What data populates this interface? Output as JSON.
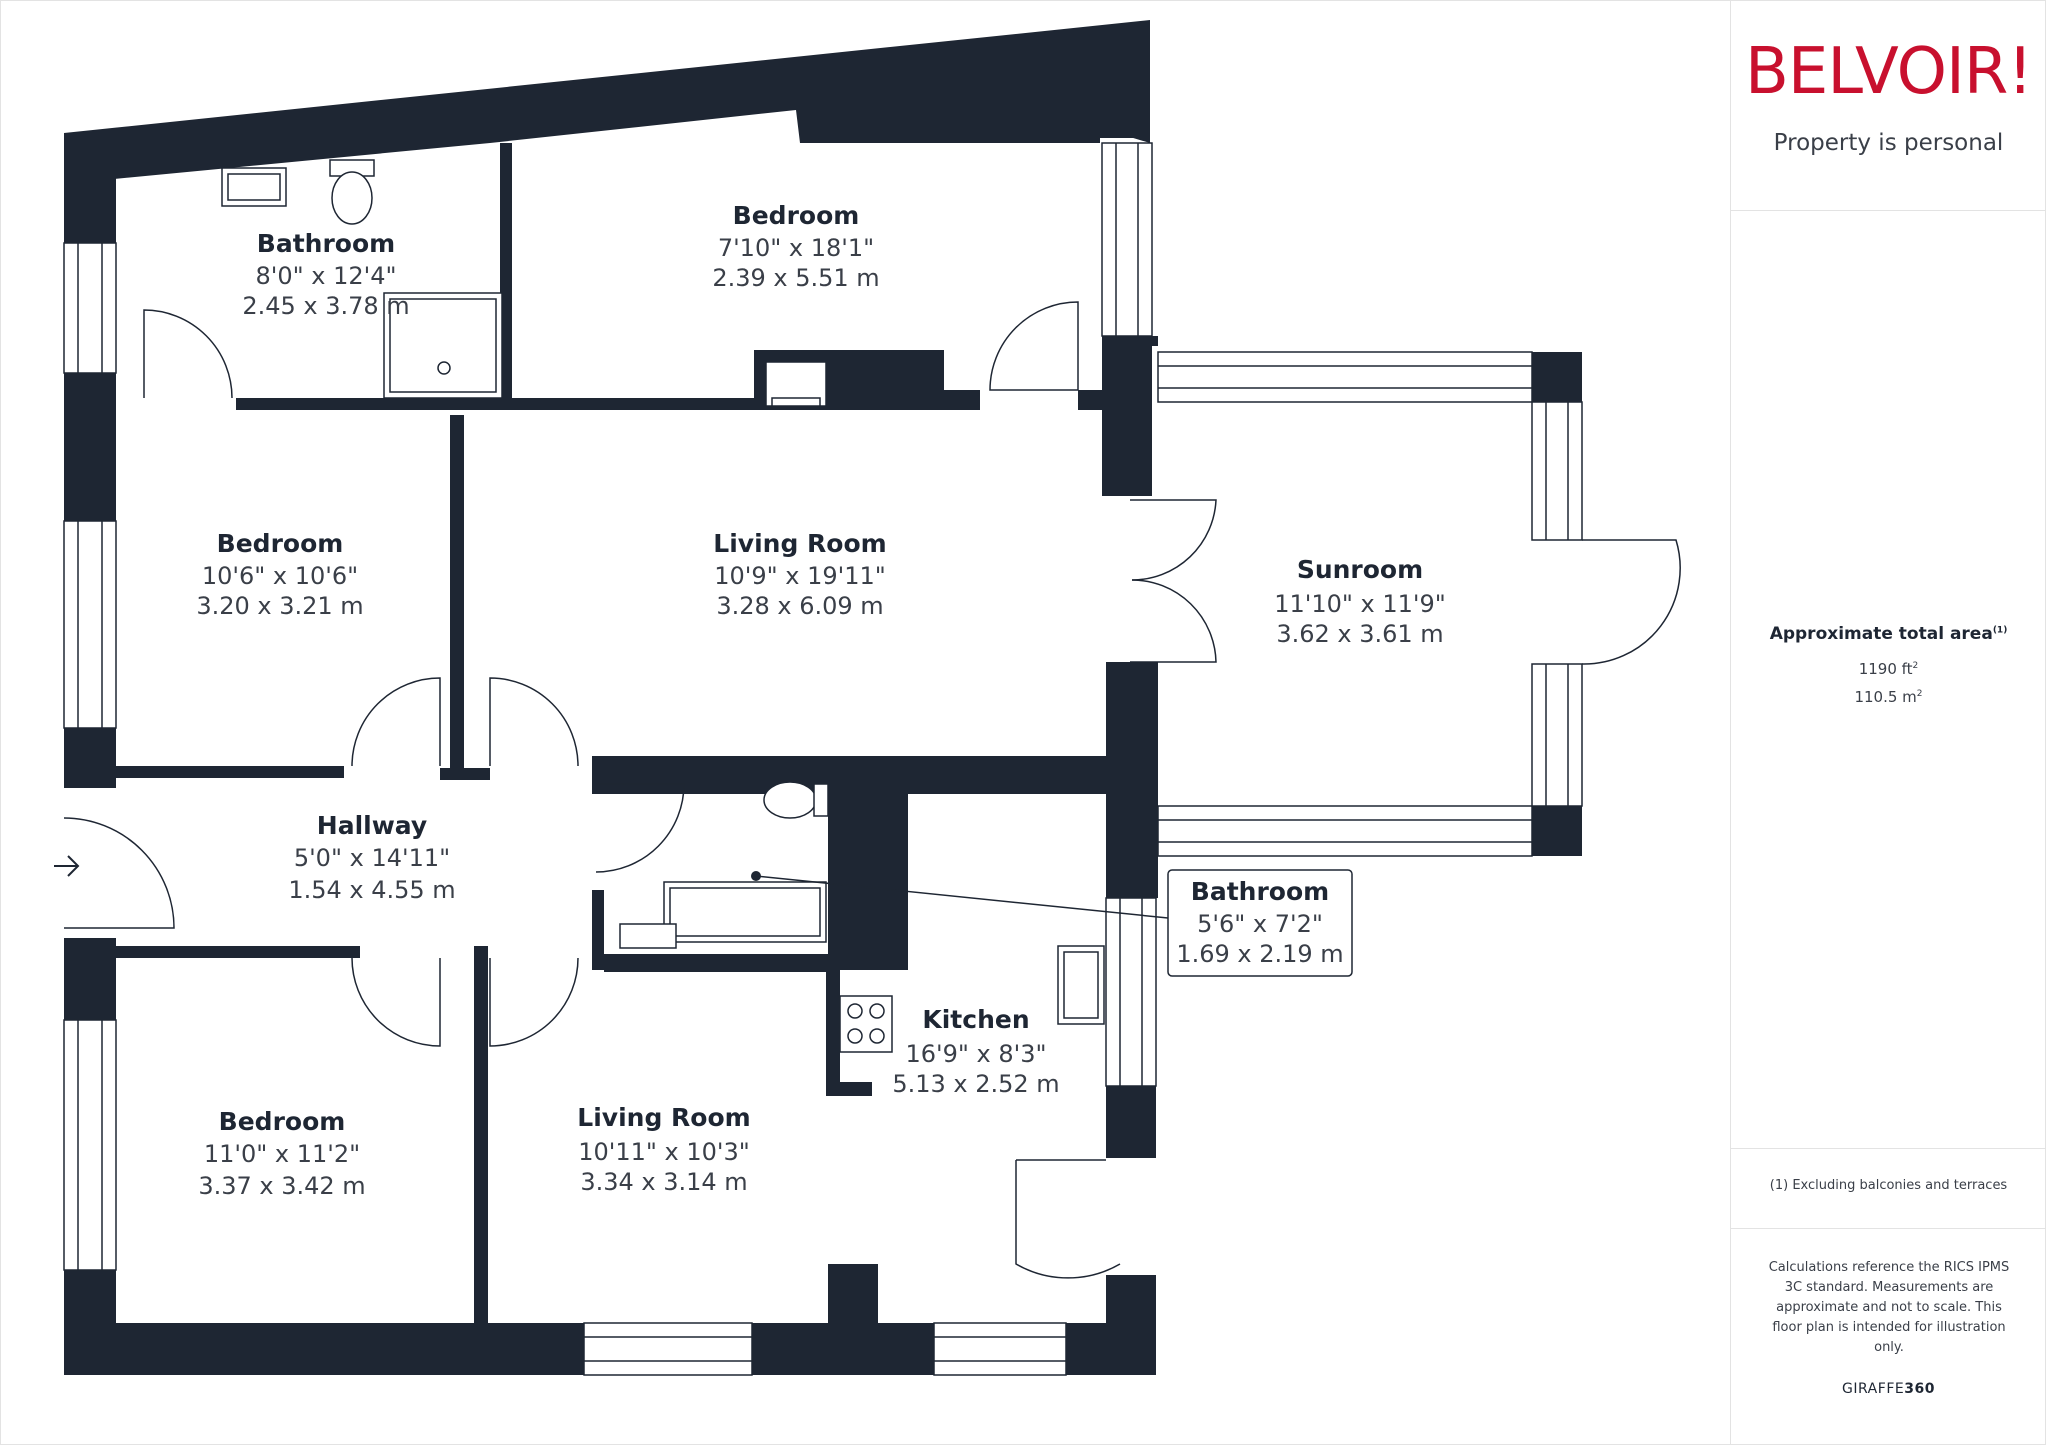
{
  "rooms": [
    {
      "name": "Bathroom",
      "imperial": "8'0\" x 12'4\"",
      "metric": "2.45 x 3.78 m"
    },
    {
      "name": "Bedroom",
      "imperial": "7'10\" x 18'1\"",
      "metric": "2.39 x 5.51 m"
    },
    {
      "name": "Bedroom",
      "imperial": "10'6\" x 10'6\"",
      "metric": "3.20 x 3.21 m"
    },
    {
      "name": "Living Room",
      "imperial": "10'9\" x 19'11\"",
      "metric": "3.28 x 6.09 m"
    },
    {
      "name": "Sunroom",
      "imperial": "11'10\" x 11'9\"",
      "metric": "3.62 x 3.61 m"
    },
    {
      "name": "Hallway",
      "imperial": "5'0\" x 14'11\"",
      "metric": "1.54 x 4.55 m"
    },
    {
      "name": "Bathroom",
      "imperial": "5'6\" x 7'2\"",
      "metric": "1.69 x 2.19 m"
    },
    {
      "name": "Kitchen",
      "imperial": "16'9\" x 8'3\"",
      "metric": "5.13 x 2.52 m"
    },
    {
      "name": "Bedroom",
      "imperial": "11'0\" x 11'2\"",
      "metric": "3.37 x 3.42 m"
    },
    {
      "name": "Living Room",
      "imperial": "10'11\" x 10'3\"",
      "metric": "3.34 x 3.14 m"
    }
  ],
  "brand": {
    "logo_text": "BELVOIR!",
    "tagline": "Property is personal",
    "logo_color": "#c8102e"
  },
  "area": {
    "title": "Approximate total area",
    "title_note": "(1)",
    "sqft": "1190 ft",
    "sqm": "110.5 m",
    "unit_power": "2"
  },
  "footnote": "(1) Excluding balconies and terraces",
  "disclaimer": "Calculations reference the RICS IPMS 3C standard. Measurements are approximate and not to scale. This floor plan is intended for illustration only.",
  "footer_logo": {
    "prefix": "GIRAFFE",
    "suffix": "360"
  },
  "colors": {
    "wall": "#1e2633",
    "accent": "#c8102e"
  },
  "icons": [
    "entrance-arrow-icon",
    "bathtub-icon",
    "toilet-icon",
    "shower-tray-icon",
    "sink-icon",
    "hob-icon",
    "fireplace-icon"
  ]
}
